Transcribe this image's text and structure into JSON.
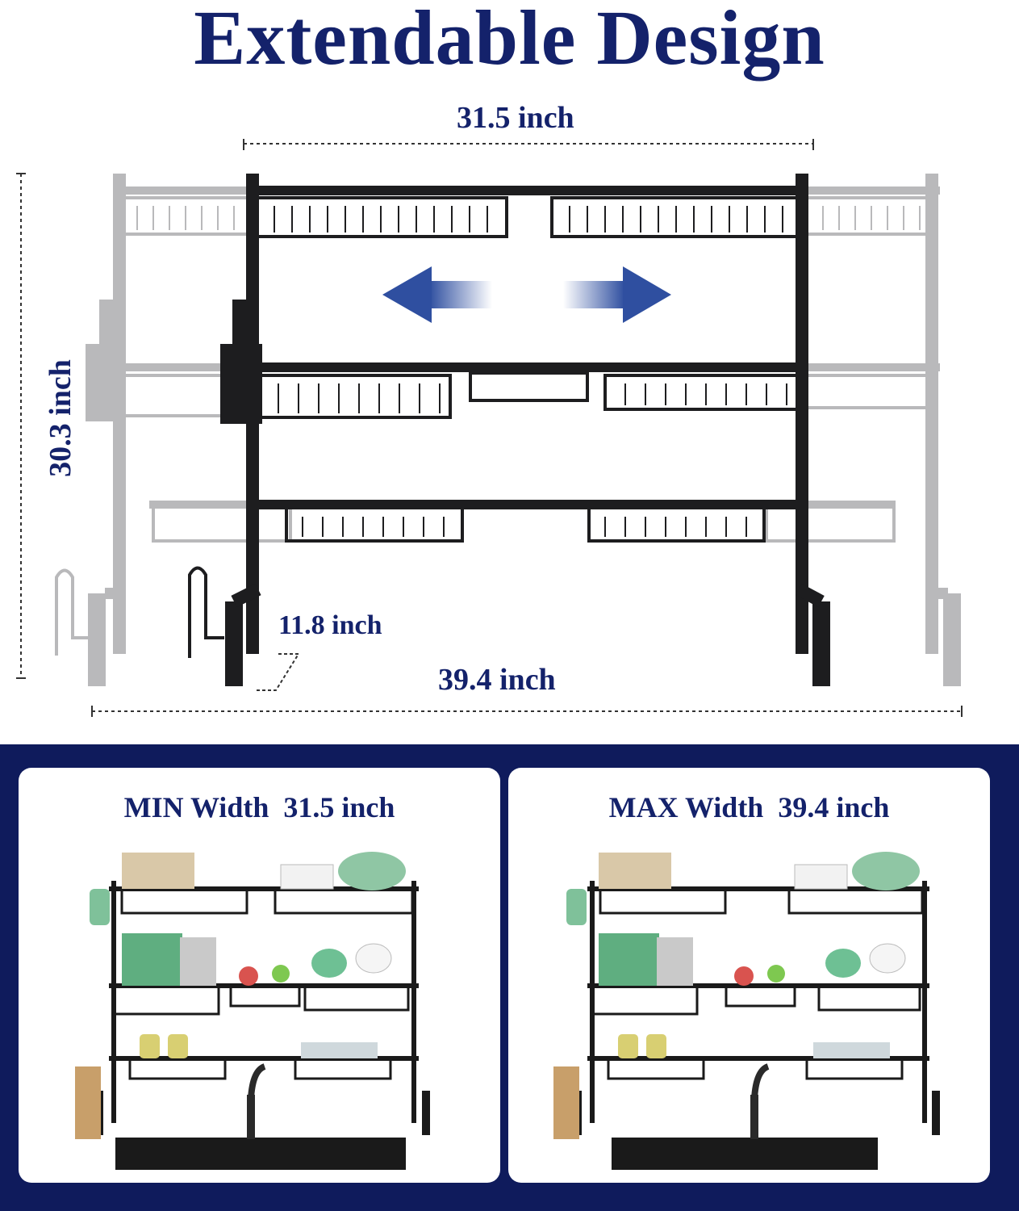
{
  "title": "Extendable Design",
  "dimensions": {
    "top_width": "31.5 inch",
    "height": "30.3 inch",
    "depth": "11.8 inch",
    "bottom_width": "39.4 inch"
  },
  "cards": [
    {
      "title": "MIN Width  31.5 inch"
    },
    {
      "title": "MAX Width  39.4 inch"
    }
  ],
  "colors": {
    "navy": "#14226b",
    "band": "#0f1b5c",
    "rack": "#1d1d1f",
    "ghost_rack": "#b9b9bb",
    "arrow": "#2f4fa0"
  }
}
